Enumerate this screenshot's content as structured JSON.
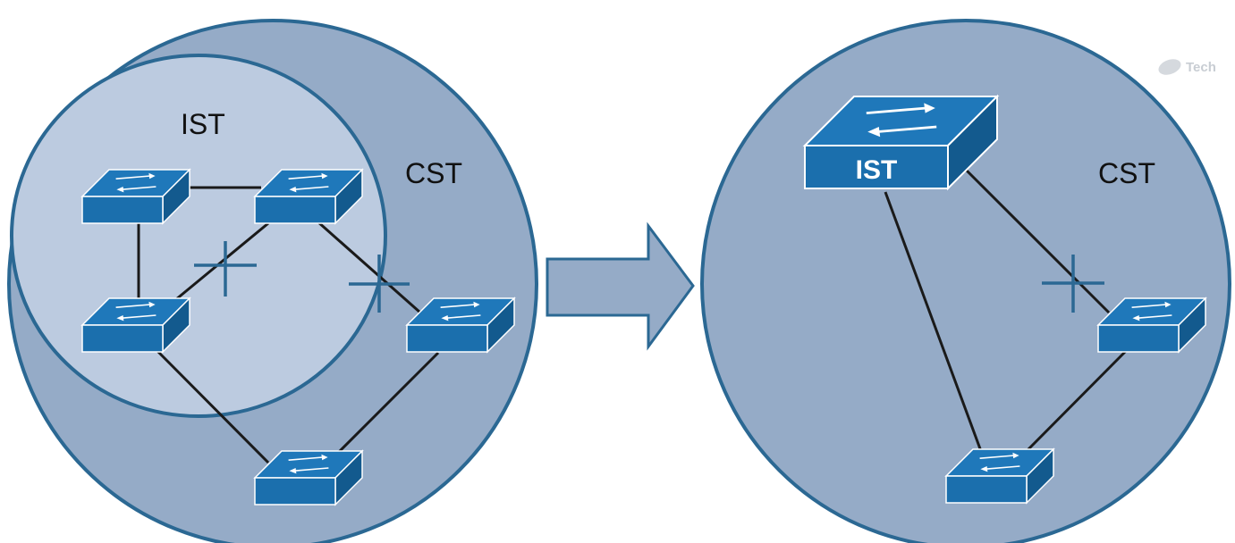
{
  "left_diagram": {
    "ist_label": "IST",
    "cst_label": "CST"
  },
  "right_diagram": {
    "switch_label": "IST",
    "cst_label": "CST"
  },
  "watermark": "Tech",
  "colors": {
    "outer_region": "#95abc7",
    "inner_region": "#bccbe0",
    "border": "#2b6893",
    "switch_top": "#1f78ba",
    "switch_front": "#1b6fad",
    "switch_side": "#135a8e",
    "link": "#1a1a1a",
    "arrow": "#95abc7"
  }
}
